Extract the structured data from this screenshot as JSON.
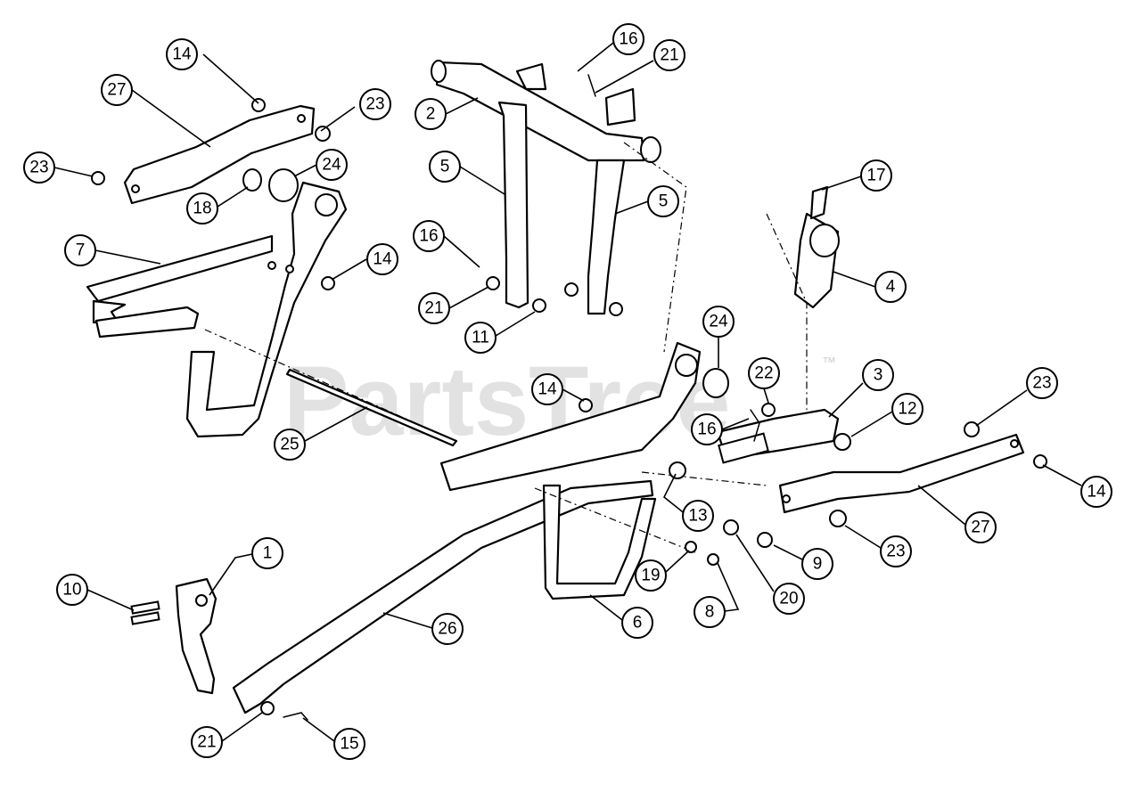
{
  "watermark": {
    "brand": "PartsTree",
    "trademark": "™"
  },
  "callouts": [
    "1",
    "2",
    "3",
    "4",
    "5",
    "6",
    "7",
    "8",
    "9",
    "10",
    "11",
    "12",
    "13",
    "14",
    "15",
    "16",
    "17",
    "18",
    "19",
    "20",
    "21",
    "22",
    "23",
    "24",
    "25",
    "26",
    "27"
  ]
}
